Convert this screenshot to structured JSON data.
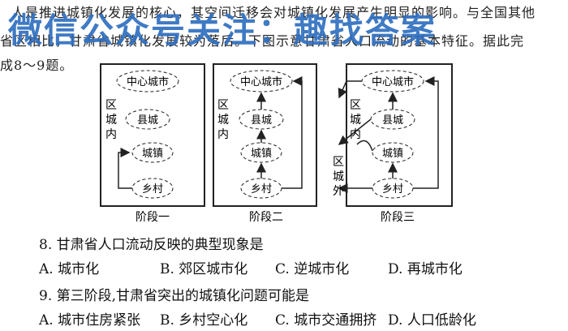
{
  "intro": {
    "line1": "人是推进城镇化发展的核心，其空间迁移会对城镇化发展产生明显的影响。与全国其他",
    "line2": "省区相比，甘肃省城镇化发展较为落后。下图示意甘肃省人口流动的基本特征。据此完",
    "line3": "成8～9题。"
  },
  "watermark": "微信公众号关注：趣找答案",
  "diagram": {
    "stages": [
      {
        "label": "阶段一",
        "region_label": "区城内",
        "nodes": [
          "中心城市",
          "县城",
          "城镇",
          "乡村"
        ]
      },
      {
        "label": "阶段二",
        "region_label": "区城内",
        "nodes": [
          "中心城市",
          "县城",
          "城镇",
          "乡村"
        ]
      },
      {
        "label": "阶段三",
        "region_label": "区城内",
        "outside_label": "区城外",
        "nodes": [
          "中心城市",
          "县城",
          "城镇",
          "乡村"
        ]
      }
    ]
  },
  "questions": [
    {
      "stem": "8. 甘肃省人口流动反映的典型现象是",
      "options": [
        "A. 城市化",
        "B. 郊区城市化",
        "C. 逆城市化",
        "D. 再城市化"
      ]
    },
    {
      "stem": "9. 第三阶段,甘肃省突出的城镇化问题可能是",
      "options": [
        "A. 城市住房紧张",
        "B. 乡村空心化",
        "C. 城市交通拥挤",
        "D. 人口低龄化"
      ]
    }
  ]
}
